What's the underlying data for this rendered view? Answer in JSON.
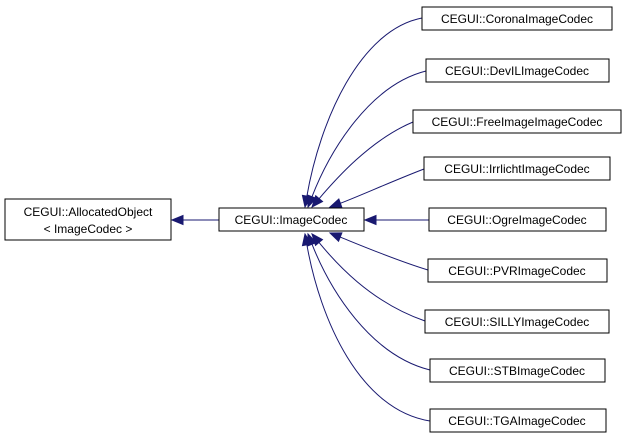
{
  "colors": {
    "edge": "#191970",
    "node_border": "#000000",
    "node_fill": "#ffffff",
    "text": "#000000"
  },
  "nodes": {
    "allocated_object": {
      "line1": "CEGUI::AllocatedObject",
      "line2": "< ImageCodec >"
    },
    "image_codec": {
      "label": "CEGUI::ImageCodec"
    },
    "derived": [
      {
        "label": "CEGUI::CoronaImageCodec"
      },
      {
        "label": "CEGUI::DevILImageCodec"
      },
      {
        "label": "CEGUI::FreeImageImageCodec"
      },
      {
        "label": "CEGUI::IrrlichtImageCodec"
      },
      {
        "label": "CEGUI::OgreImageCodec"
      },
      {
        "label": "CEGUI::PVRImageCodec"
      },
      {
        "label": "CEGUI::SILLYImageCodec"
      },
      {
        "label": "CEGUI::STBImageCodec"
      },
      {
        "label": "CEGUI::TGAImageCodec"
      }
    ]
  }
}
